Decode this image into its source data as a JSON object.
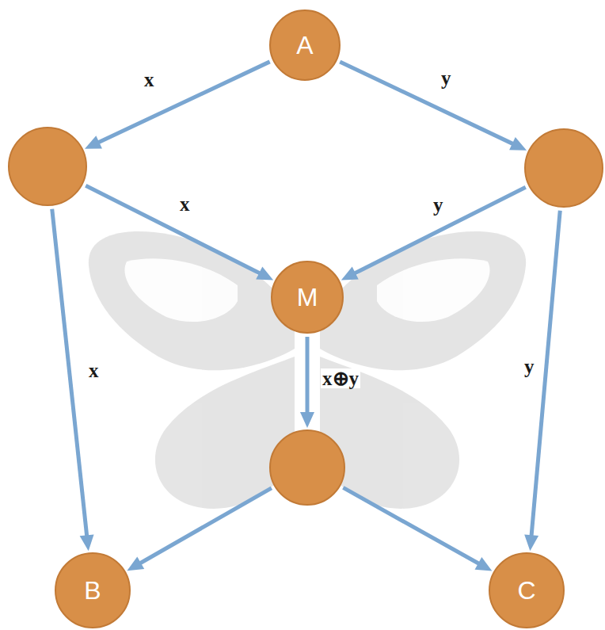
{
  "diagram": {
    "nodes": [
      {
        "text": [
          "A"
        ]
      },
      {
        "text": []
      },
      {
        "text": []
      },
      {
        "text": [
          "M"
        ]
      },
      {
        "text": []
      },
      {
        "text": [
          "B"
        ]
      },
      {
        "text": [
          "C"
        ]
      }
    ],
    "edges": [
      {
        "from": 0,
        "to": 1,
        "arrow": "to",
        "label": "x"
      },
      {
        "from": 0,
        "to": 2,
        "arrow": "to",
        "label": "y"
      },
      {
        "from": 1,
        "to": 3,
        "arrow": "to",
        "label": "x"
      },
      {
        "from": 2,
        "to": 3,
        "arrow": "to",
        "label": "y"
      },
      {
        "from": 1,
        "to": 5,
        "arrow": "to",
        "label": "x"
      },
      {
        "from": 3,
        "to": 4,
        "arrow": "to",
        "label": "x⊕y"
      },
      {
        "from": 2,
        "to": 6,
        "arrow": "to",
        "label": "y"
      },
      {
        "from": 4,
        "to": 5,
        "arrow": "to"
      },
      {
        "from": 4,
        "to": 6,
        "arrow": "to"
      }
    ]
  }
}
